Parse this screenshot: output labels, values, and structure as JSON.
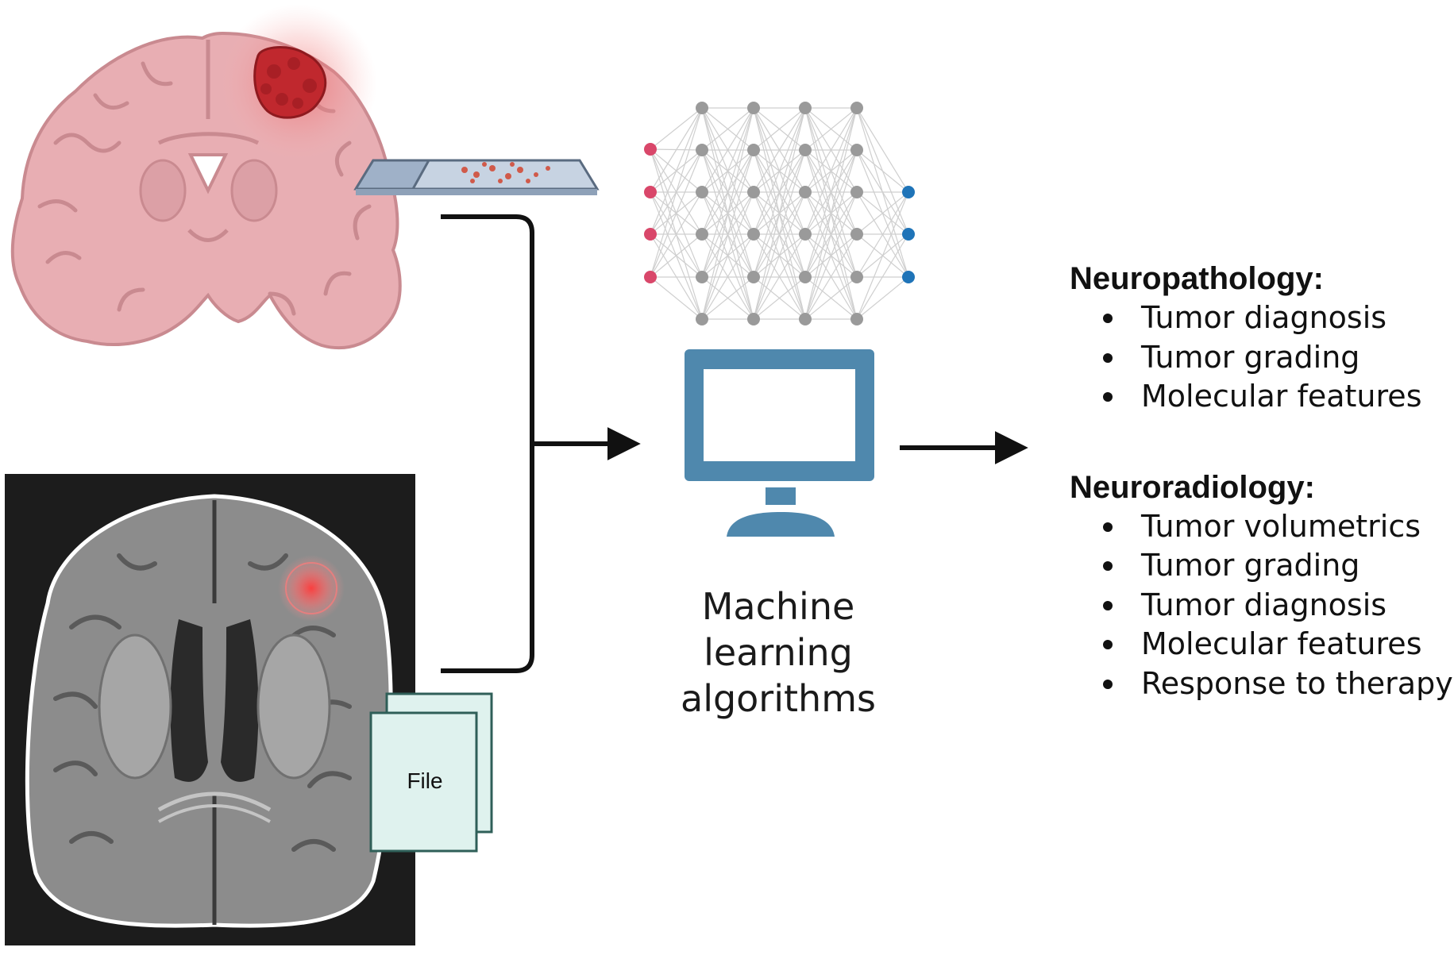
{
  "center_label": {
    "line1": "Machine",
    "line2": "learning",
    "line3": "algorithms"
  },
  "file_label": "File",
  "neuropathology": {
    "title": "Neuropathology:",
    "items": [
      "Tumor diagnosis",
      "Tumor grading",
      "Molecular features"
    ]
  },
  "neuroradiology": {
    "title": "Neuroradiology:",
    "items": [
      "Tumor volumetrics",
      "Tumor grading",
      "Tumor diagnosis",
      "Molecular features",
      "Response to therapy"
    ]
  },
  "colors": {
    "brain_tissue": "#e8aeb3",
    "tumor": "#c0282e",
    "mri_background": "#1c1c1c",
    "mri_tissue": "#8c8c8c",
    "network_input_node": "#d9476a",
    "network_hidden_node": "#9a9a9a",
    "network_output_node": "#1f74b8",
    "computer": "#4f88ad",
    "file": "#dff2ee",
    "arrow": "#111111"
  }
}
